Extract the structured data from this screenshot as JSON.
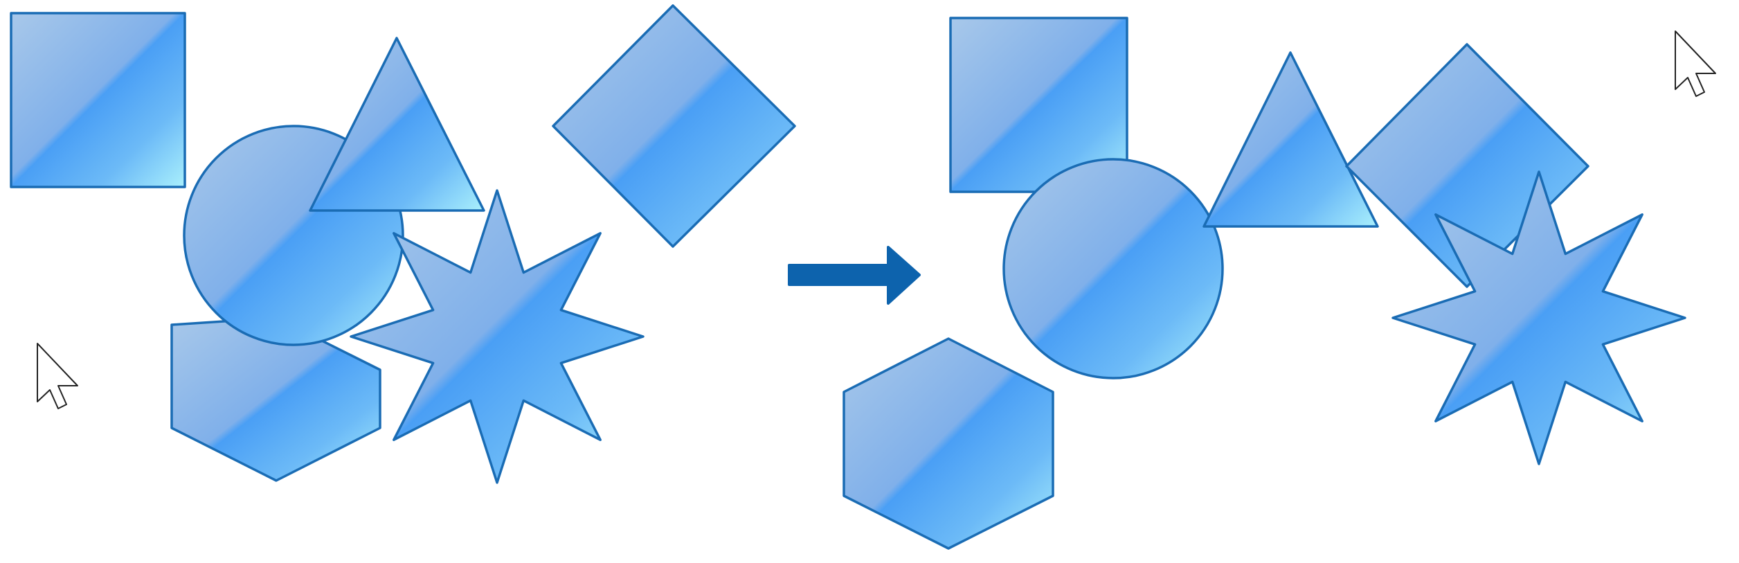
{
  "diagram": {
    "type": "before-after shape arrangement",
    "before_panel": {
      "shapes": [
        "square",
        "hexagon",
        "circle",
        "triangle",
        "eight-point-star",
        "diamond"
      ],
      "cursor": "arrow-cursor"
    },
    "transition": "right-arrow",
    "after_panel": {
      "shapes": [
        "square",
        "circle",
        "triangle",
        "diamond",
        "eight-point-star",
        "hexagon"
      ],
      "cursor": "arrow-cursor"
    }
  },
  "colors": {
    "shape_fill_light": "#a6c6ea",
    "shape_fill_mid": "#7fb0ea",
    "shape_fill_gloss": "#4a9ff5",
    "shape_fill_end": "#aaf0fc",
    "shape_stroke": "#1a6cb4",
    "arrow": "#0d63ad",
    "background": "#ffffff"
  }
}
